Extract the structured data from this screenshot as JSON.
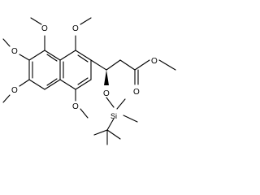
{
  "molecule": {
    "atoms": {
      "o_top_1": "O",
      "o_top_2": "O",
      "o_left_upper": "O",
      "o_left_lower": "O",
      "o_bottom_1": "O",
      "o_ester_single": "O",
      "o_ester_double": "O",
      "o_silyl_ether": "O",
      "si": "Si"
    }
  }
}
